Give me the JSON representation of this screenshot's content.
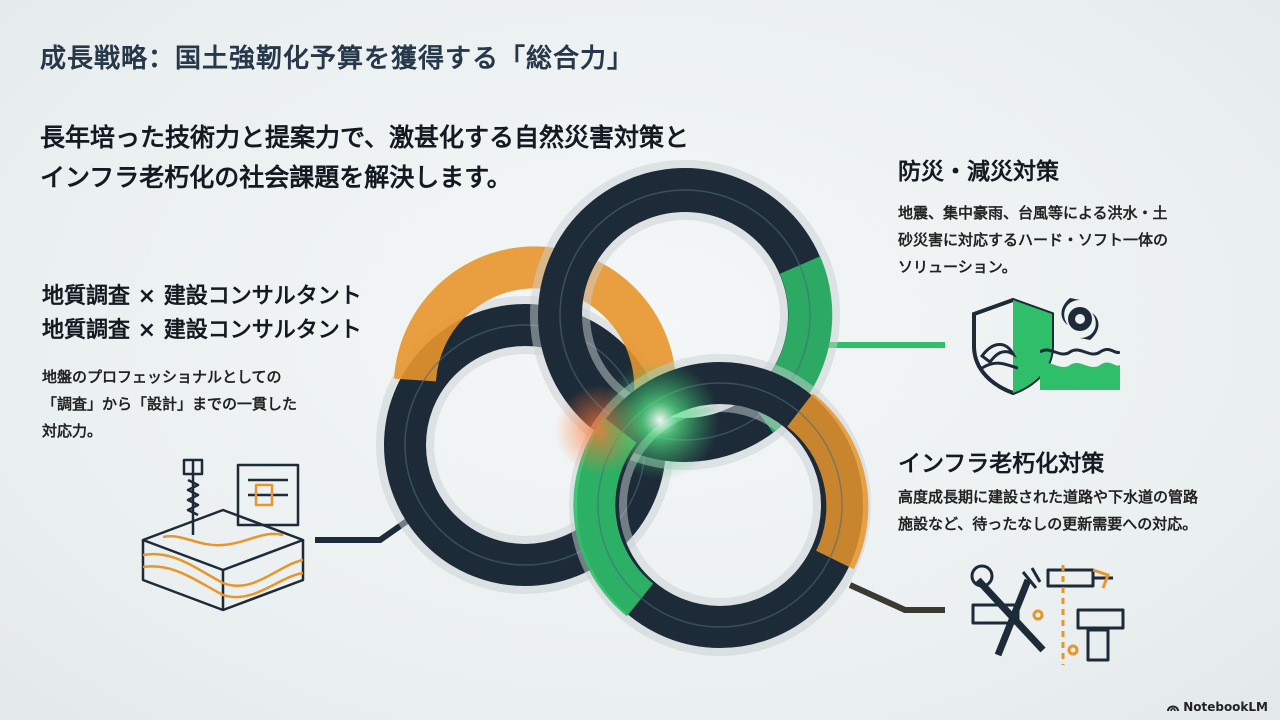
{
  "title": "成長戦略：国土強靭化予算を獲得する「総合力」",
  "lead": {
    "line1": "長年培った技術力と提案力で、激甚化する自然災害対策と",
    "line2": "インフラ老朽化の社会課題を解決します。"
  },
  "left": {
    "heading1": "地質調査 × 建設コンサルタント",
    "heading2": "地質調査 × 建設コンサルタント",
    "body1": "地盤のプロフェッショナルとしての",
    "body2": "「調査」から「設計」までの一貫した",
    "body3": "対応力。"
  },
  "right_top": {
    "heading": "防災・減災対策",
    "body1": "地震、集中豪雨、台風等による洪水・土",
    "body2": "砂災害に対応するハード・ソフト一体の",
    "body3": "ソリューション。"
  },
  "right_bottom": {
    "heading": "インフラ老朽化対策",
    "body1": "高度成長期に建設された道路や下水道の管路",
    "body2": "施設など、待ったなしの更新需要への対応。"
  },
  "brand": "NotebookLM",
  "colors": {
    "navy": "#1d2a38",
    "orange": "#e8952b",
    "green": "#2fbf6a",
    "text": "#141a22"
  },
  "icons": [
    "geology-survey-icon",
    "shield-wave-icon",
    "typhoon-icon",
    "wrench-pipes-icon"
  ]
}
